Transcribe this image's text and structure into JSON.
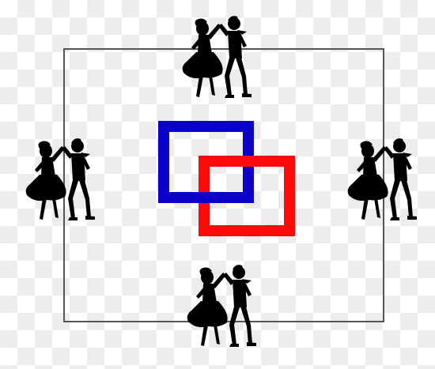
{
  "canvas": {
    "background": "checkerboard-transparency",
    "checker_light": "#ffffff",
    "checker_dark": "#ececec"
  },
  "square_frame": {
    "stroke_color": "#555555"
  },
  "rings": [
    {
      "name": "blue-square-ring",
      "color": "#0a00c8"
    },
    {
      "name": "red-square-ring",
      "color": "#ff0a0a"
    }
  ],
  "dancers": [
    {
      "name": "dancing-couple-top",
      "icon": "square-dance-couple-icon",
      "color": "#000000"
    },
    {
      "name": "dancing-couple-left",
      "icon": "square-dance-couple-icon",
      "color": "#000000"
    },
    {
      "name": "dancing-couple-right",
      "icon": "square-dance-couple-icon",
      "color": "#000000"
    },
    {
      "name": "dancing-couple-bottom",
      "icon": "square-dance-couple-icon",
      "color": "#000000"
    }
  ]
}
